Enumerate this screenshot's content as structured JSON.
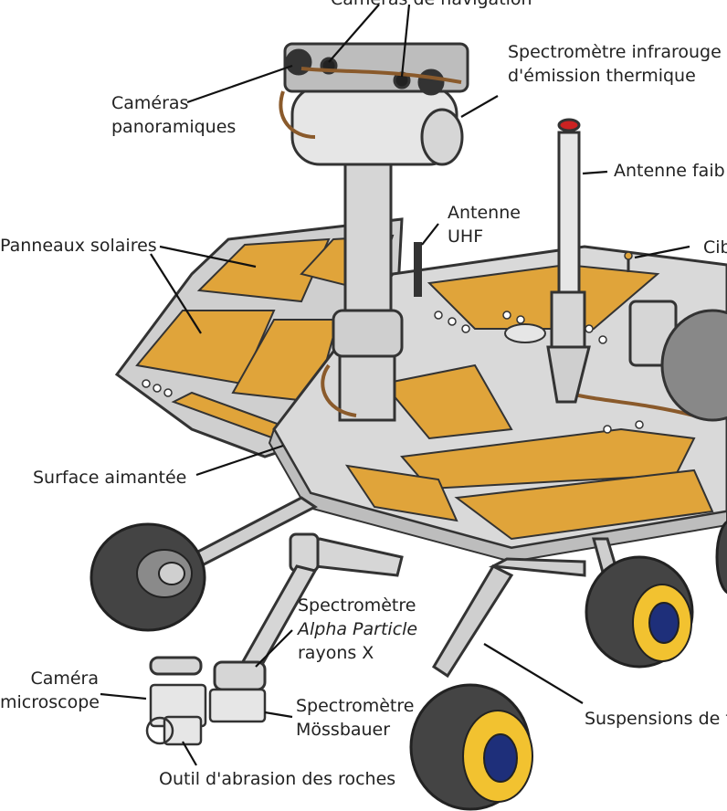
{
  "labels": {
    "nav_cams": "Caméras de navigation",
    "pan_cams_1": "Caméras",
    "pan_cams_2": "panoramiques",
    "mini_tes_1": "Spectromètre infrarouge m",
    "mini_tes_2": "d'émission thermique",
    "low_gain": "Antenne faib",
    "uhf_1": "Antenne",
    "uhf_2": "UHF",
    "calib": "Cib",
    "solar": "Panneaux solaires",
    "magnet": "Surface aimantée",
    "apxs_1": "Spectromètre",
    "apxs_2": "Alpha Particle",
    "apxs_3": "rayons X",
    "micro_1": "Caméra",
    "micro_2": "microscope",
    "moss_1": "Spectromètre",
    "moss_2": "Mössbauer",
    "rat": "Outil d'abrasion des roches",
    "susp": "Suspensions de t"
  },
  "colors": {
    "panel": "#e0a43a",
    "panel_dark": "#c9892a",
    "metal": "#d6d6d6",
    "metal_dark": "#9a9a9a",
    "outline": "#333333",
    "cable": "#8a5a2b",
    "tire": "#444444",
    "hub": "#f2c230",
    "hub_center": "#1e2f7a"
  }
}
